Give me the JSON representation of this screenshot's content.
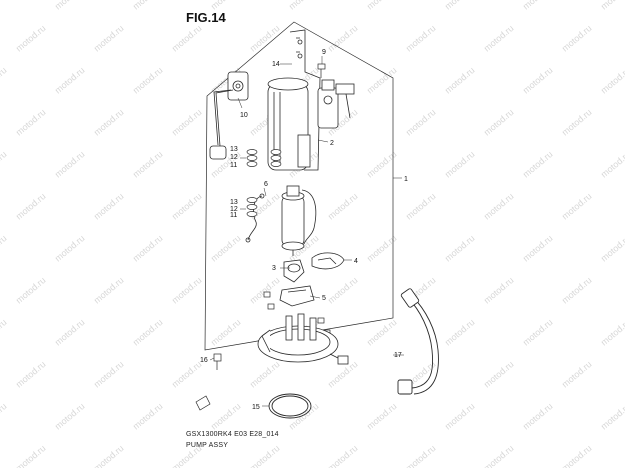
{
  "figure": {
    "title": "FIG.14",
    "code": "GSX1300RK4 E03 E28_014",
    "assembly_name": "PUMP ASSY"
  },
  "watermark": {
    "text": "motod.ru"
  },
  "callouts": [
    {
      "id": "c1",
      "label": "1"
    },
    {
      "id": "c2",
      "label": "2"
    },
    {
      "id": "c3",
      "label": "3"
    },
    {
      "id": "c4",
      "label": "4"
    },
    {
      "id": "c5",
      "label": "5"
    },
    {
      "id": "c6",
      "label": "6"
    },
    {
      "id": "c9",
      "label": "9"
    },
    {
      "id": "c10",
      "label": "10"
    },
    {
      "id": "c11a",
      "label": "11"
    },
    {
      "id": "c11b",
      "label": "11"
    },
    {
      "id": "c12a",
      "label": "12"
    },
    {
      "id": "c12b",
      "label": "12"
    },
    {
      "id": "c13a",
      "label": "13"
    },
    {
      "id": "c13b",
      "label": "13"
    },
    {
      "id": "c14",
      "label": "14"
    },
    {
      "id": "c15",
      "label": "15"
    },
    {
      "id": "c16",
      "label": "16"
    },
    {
      "id": "c17",
      "label": "17"
    }
  ],
  "colors": {
    "line": "#2a2a2a",
    "watermark": "#d7d7d7",
    "background": "#ffffff"
  }
}
